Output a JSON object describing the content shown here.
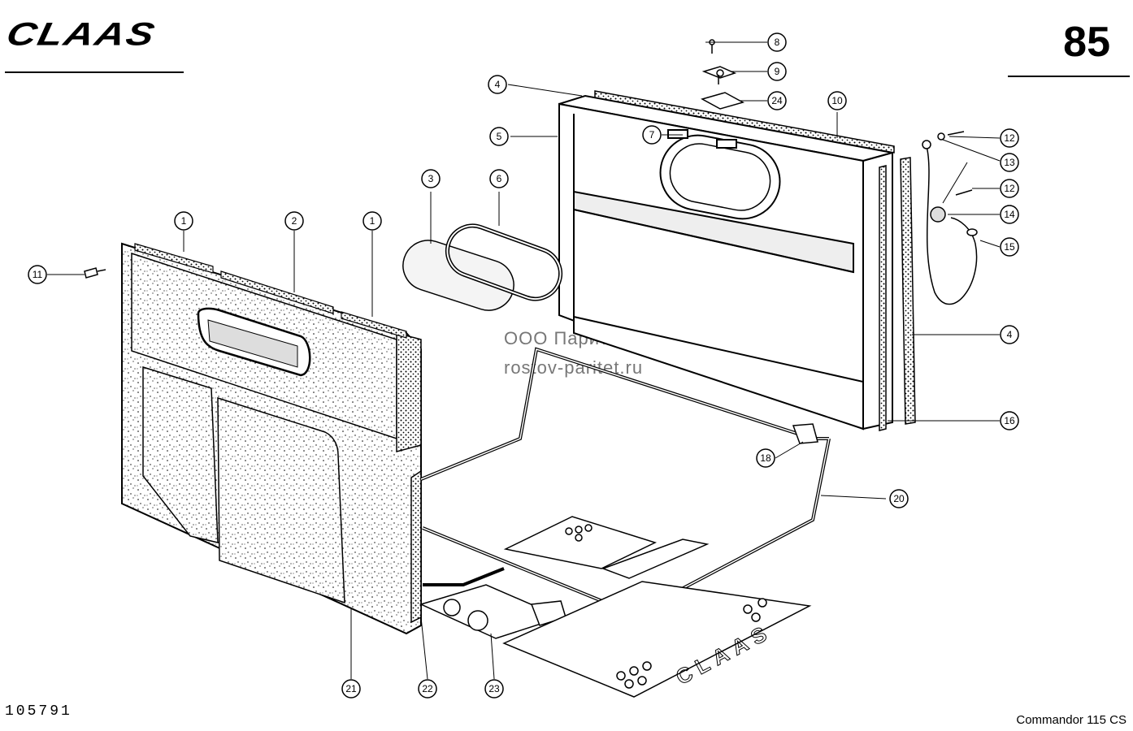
{
  "brand": "CLAAS",
  "page_number": "85",
  "drawing_number": "105791",
  "model": "Commandor 115 CS",
  "watermark": {
    "line1": "ООО Паритет",
    "line2": "rostov-paritet.ru"
  },
  "floor_mat_lettering": "CLAAS",
  "callouts": [
    {
      "id": "c8",
      "label": "8"
    },
    {
      "id": "c9",
      "label": "9"
    },
    {
      "id": "c4a",
      "label": "4"
    },
    {
      "id": "c24",
      "label": "24"
    },
    {
      "id": "c10",
      "label": "10"
    },
    {
      "id": "c5",
      "label": "5"
    },
    {
      "id": "c7",
      "label": "7"
    },
    {
      "id": "c12a",
      "label": "12"
    },
    {
      "id": "c13",
      "label": "13"
    },
    {
      "id": "c3",
      "label": "3"
    },
    {
      "id": "c6",
      "label": "6"
    },
    {
      "id": "c12b",
      "label": "12"
    },
    {
      "id": "c1a",
      "label": "1"
    },
    {
      "id": "c2",
      "label": "2"
    },
    {
      "id": "c1b",
      "label": "1"
    },
    {
      "id": "c14",
      "label": "14"
    },
    {
      "id": "c15",
      "label": "15"
    },
    {
      "id": "c11",
      "label": "11"
    },
    {
      "id": "c4b",
      "label": "4"
    },
    {
      "id": "c16",
      "label": "16"
    },
    {
      "id": "c18",
      "label": "18"
    },
    {
      "id": "c20",
      "label": "20"
    },
    {
      "id": "c21",
      "label": "21"
    },
    {
      "id": "c22",
      "label": "22"
    },
    {
      "id": "c23",
      "label": "23"
    }
  ]
}
